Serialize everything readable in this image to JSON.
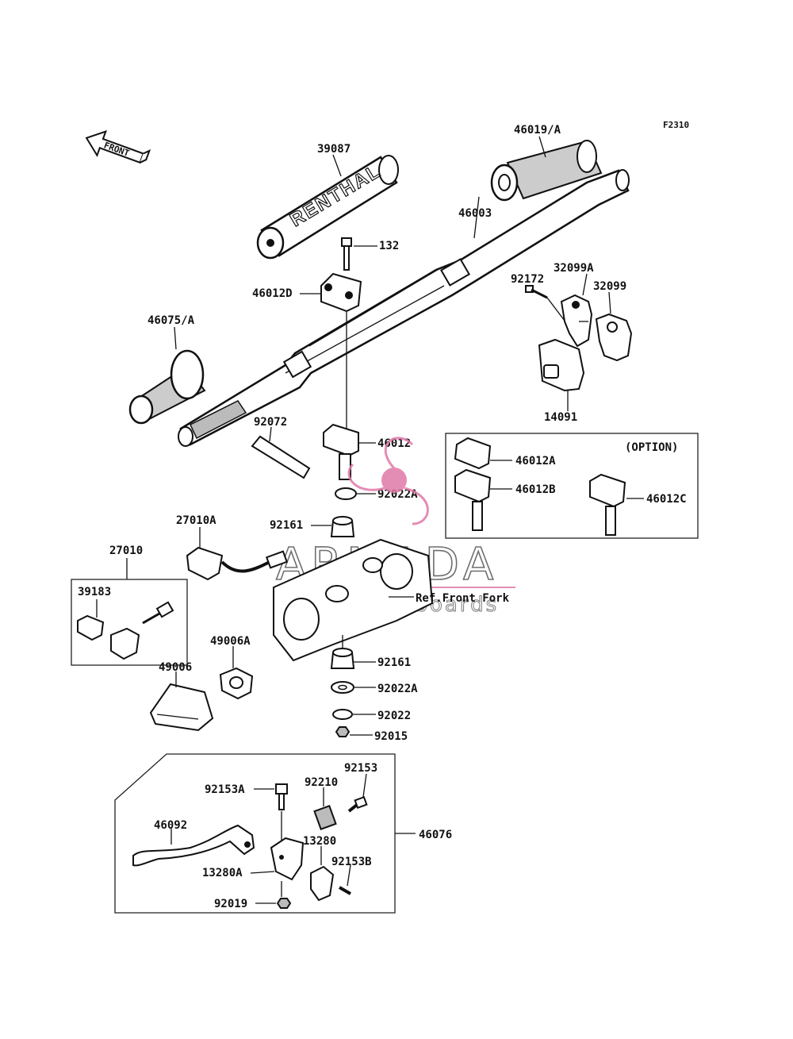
{
  "figure_code": "F2310",
  "front_label": "FRONT",
  "option_label": "(OPTION)",
  "reference_label": "Ref.Front Fork",
  "watermark": {
    "brand": "ARMADA",
    "tagline": "marine outboards",
    "accent": "#e07aa8"
  },
  "parts": {
    "p39087": "39087",
    "p46019A": "46019/A",
    "p46003": "46003",
    "p132": "132",
    "p46012D": "46012D",
    "p46075A": "46075/A",
    "p92172": "92172",
    "p32099A": "32099A",
    "p32099": "32099",
    "p14091": "14091",
    "p92072": "92072",
    "p46012": "46012",
    "p92022A_top": "92022A",
    "p46012A": "46012A",
    "p46012B": "46012B",
    "p46012C": "46012C",
    "p27010A": "27010A",
    "p92161_top": "92161",
    "p27010": "27010",
    "p39183": "39183",
    "p49006A": "49006A",
    "p49006": "49006",
    "p92161_bot": "92161",
    "p92022A_bot": "92022A",
    "p92022": "92022",
    "p92015": "92015",
    "p92153": "92153",
    "p92153A": "92153A",
    "p92210": "92210",
    "p46092": "46092",
    "p46076": "46076",
    "p13280": "13280",
    "p92153B": "92153B",
    "p13280A": "13280A",
    "p92019": "92019"
  }
}
